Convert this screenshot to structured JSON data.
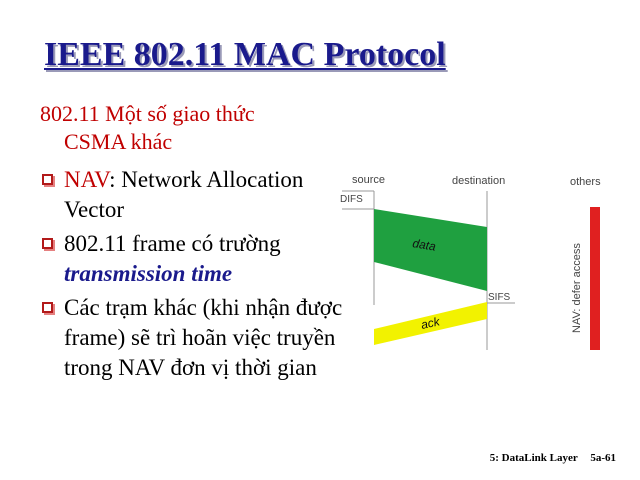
{
  "title": "IEEE 802.11 MAC Protocol",
  "subtitle": {
    "line1": "802.11 Một số giao thức",
    "line2": "CSMA khác"
  },
  "bullets": [
    {
      "highlight": "NAV",
      "text": ": Network Allocation Vector"
    },
    {
      "text": "802.11 frame có trường",
      "emphasis": "transmission time"
    },
    {
      "text": "Các trạm khác (khi nhận được frame) sẽ trì hoãn việc truyền trong NAV đơn vị thời gian"
    }
  ],
  "diagram": {
    "labels": {
      "source": "source",
      "destination": "destination",
      "others": "others",
      "difs": "DIFS",
      "sifs": "SIFS",
      "data": "data",
      "ack": "ack",
      "nav": "NAV: defer access"
    },
    "colors": {
      "data": "#1fa040",
      "ack": "#f2f200",
      "nav": "#e02020"
    }
  },
  "footer": {
    "chapter": "5: DataLink Layer",
    "page": "5a-61"
  }
}
